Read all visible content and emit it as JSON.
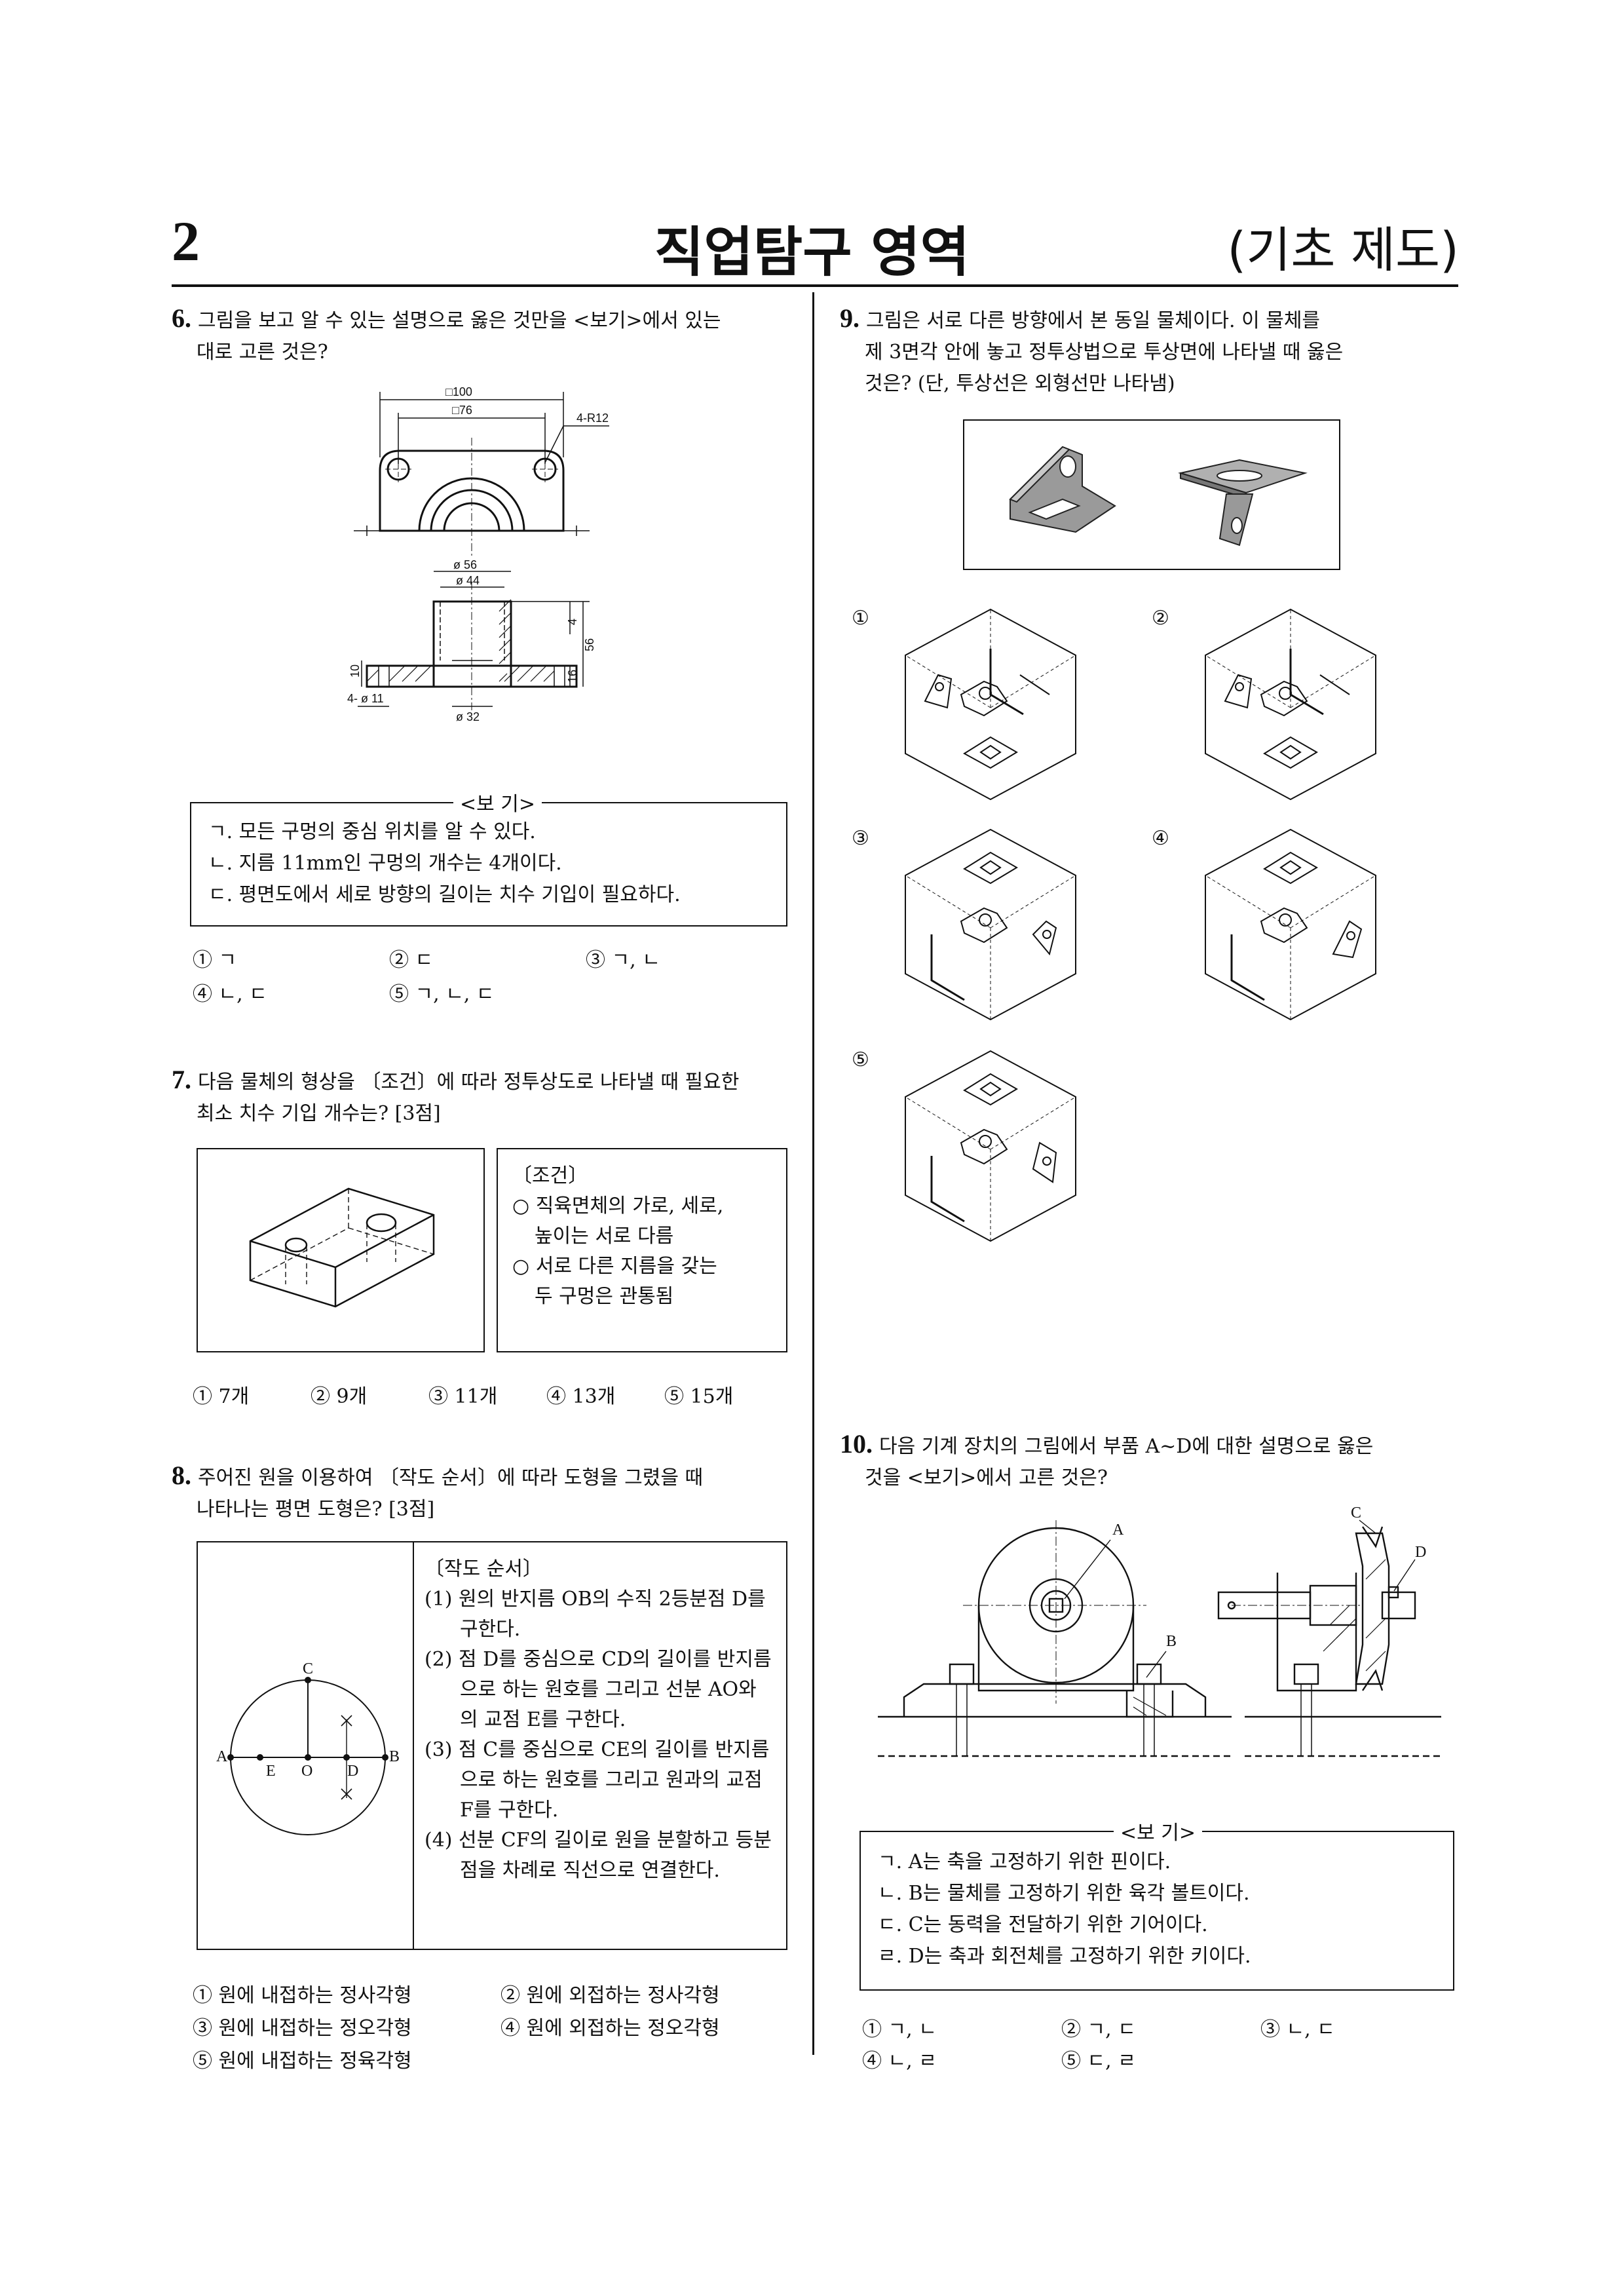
{
  "header": {
    "page_number": "2",
    "title": "직업탐구 영역",
    "subject": "(기초 제도)"
  },
  "q6": {
    "number": "6.",
    "text_line1": "그림을 보고 알 수 있는 설명으로 옳은 것만을 <보기>에서 있는",
    "text_line2": "대로 고른 것은?",
    "dims": {
      "d1": "□100",
      "d2": "□76",
      "d3": "4-R12",
      "d4": "ø 56",
      "d5": "ø 44",
      "d6": "10",
      "d7": "4",
      "d8": "56",
      "d9": "16",
      "d10": "4- ø 11",
      "d11": "ø 32"
    },
    "bogi_title": "<보  기>",
    "bogi": [
      "ㄱ. 모든 구멍의 중심 위치를 알 수 있다.",
      "ㄴ. 지름 11mm인 구멍의 개수는 4개이다.",
      "ㄷ. 평면도에서 세로 방향의 길이는 치수 기입이 필요하다."
    ],
    "choices": [
      "① ㄱ",
      "② ㄷ",
      "③ ㄱ, ㄴ",
      "④ ㄴ, ㄷ",
      "⑤ ㄱ, ㄴ, ㄷ"
    ]
  },
  "q7": {
    "number": "7.",
    "text_line1": "다음 물체의 형상을 〔조건〕에 따라 정투상도로 나타낼 때 필요한",
    "text_line2": "최소 치수 기입 개수는? [3점]",
    "cond_title": "〔조건〕",
    "cond": [
      "○ 직육면체의 가로, 세로,",
      "높이는 서로 다름",
      "○ 서로 다른 지름을 갖는",
      "두 구멍은 관통됨"
    ],
    "choices": [
      "① 7개",
      "② 9개",
      "③ 11개",
      "④ 13개",
      "⑤ 15개"
    ]
  },
  "q8": {
    "number": "8.",
    "text_line1": "주어진 원을 이용하여 〔작도 순서〕에 따라 도형을 그렸을 때",
    "text_line2": "나타나는 평면 도형은? [3점]",
    "labels": {
      "A": "A",
      "B": "B",
      "C": "C",
      "D": "D",
      "E": "E",
      "O": "O"
    },
    "seq_title": "〔작도 순서〕",
    "seq": [
      "(1) 원의 반지름 OB의 수직 2등분점 D를 구한다.",
      "(2) 점 D를 중심으로 CD의 길이를 반지름으로 하는 원호를 그리고 선분 AO와의 교점 E를 구한다.",
      "(3) 점 C를 중심으로 CE의 길이를 반지름으로 하는 원호를 그리고 원과의 교점 F를 구한다.",
      "(4) 선분 CF의 길이로 원을 분할하고 등분점을 차례로 직선으로 연결한다."
    ],
    "choices": [
      "① 원에 내접하는 정사각형",
      "② 원에 외접하는 정사각형",
      "③ 원에 내접하는 정오각형",
      "④ 원에 외접하는 정오각형",
      "⑤ 원에 내접하는 정육각형"
    ]
  },
  "q9": {
    "number": "9.",
    "text_line1": "그림은 서로 다른 방향에서 본 동일 물체이다. 이 물체를",
    "text_line2": "제 3면각 안에 놓고 정투상법으로 투상면에 나타낼 때 옳은",
    "text_line3": "것은? (단, 투상선은 외형선만 나타냄)",
    "options": [
      "①",
      "②",
      "③",
      "④",
      "⑤"
    ]
  },
  "q10": {
    "number": "10.",
    "text_line1": "다음 기계 장치의 그림에서 부품 A~D에 대한 설명으로 옳은",
    "text_line2": "것을 <보기>에서 고른 것은?",
    "labels": {
      "A": "A",
      "B": "B",
      "C": "C",
      "D": "D"
    },
    "bogi_title": "<보  기>",
    "bogi": [
      "ㄱ. A는 축을 고정하기 위한 핀이다.",
      "ㄴ. B는 물체를 고정하기 위한 육각 볼트이다.",
      "ㄷ. C는 동력을 전달하기 위한 기어이다.",
      "ㄹ. D는 축과 회전체를 고정하기 위한 키이다."
    ],
    "choices": [
      "① ㄱ, ㄴ",
      "② ㄱ, ㄷ",
      "③ ㄴ, ㄷ",
      "④ ㄴ, ㄹ",
      "⑤ ㄷ, ㄹ"
    ]
  }
}
